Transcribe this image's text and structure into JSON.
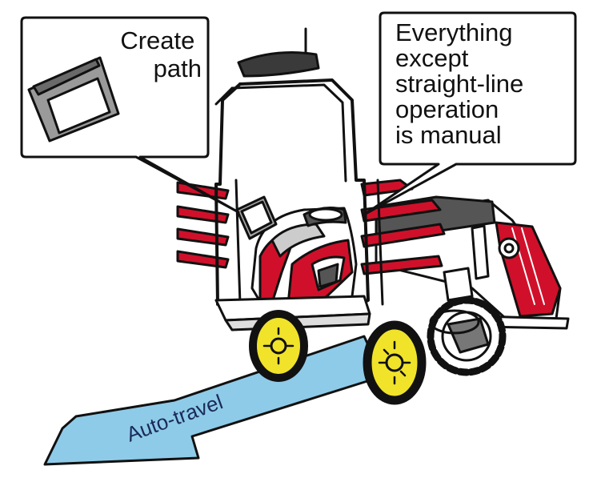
{
  "callouts": {
    "left": {
      "lines": [
        "Create",
        "path"
      ]
    },
    "right": {
      "lines": [
        "Everything",
        "except",
        "straight-line",
        "operation",
        "is manual"
      ]
    }
  },
  "arrow": {
    "label": "Auto-travel"
  },
  "colors": {
    "arrow_fill": "#8ecbe8",
    "accent_red": "#d0102a",
    "tire_hub": "#f0e32a",
    "outline": "#111111"
  },
  "icons": {
    "tablet": "tablet-icon",
    "machine": "rice-transplanter-icon"
  }
}
